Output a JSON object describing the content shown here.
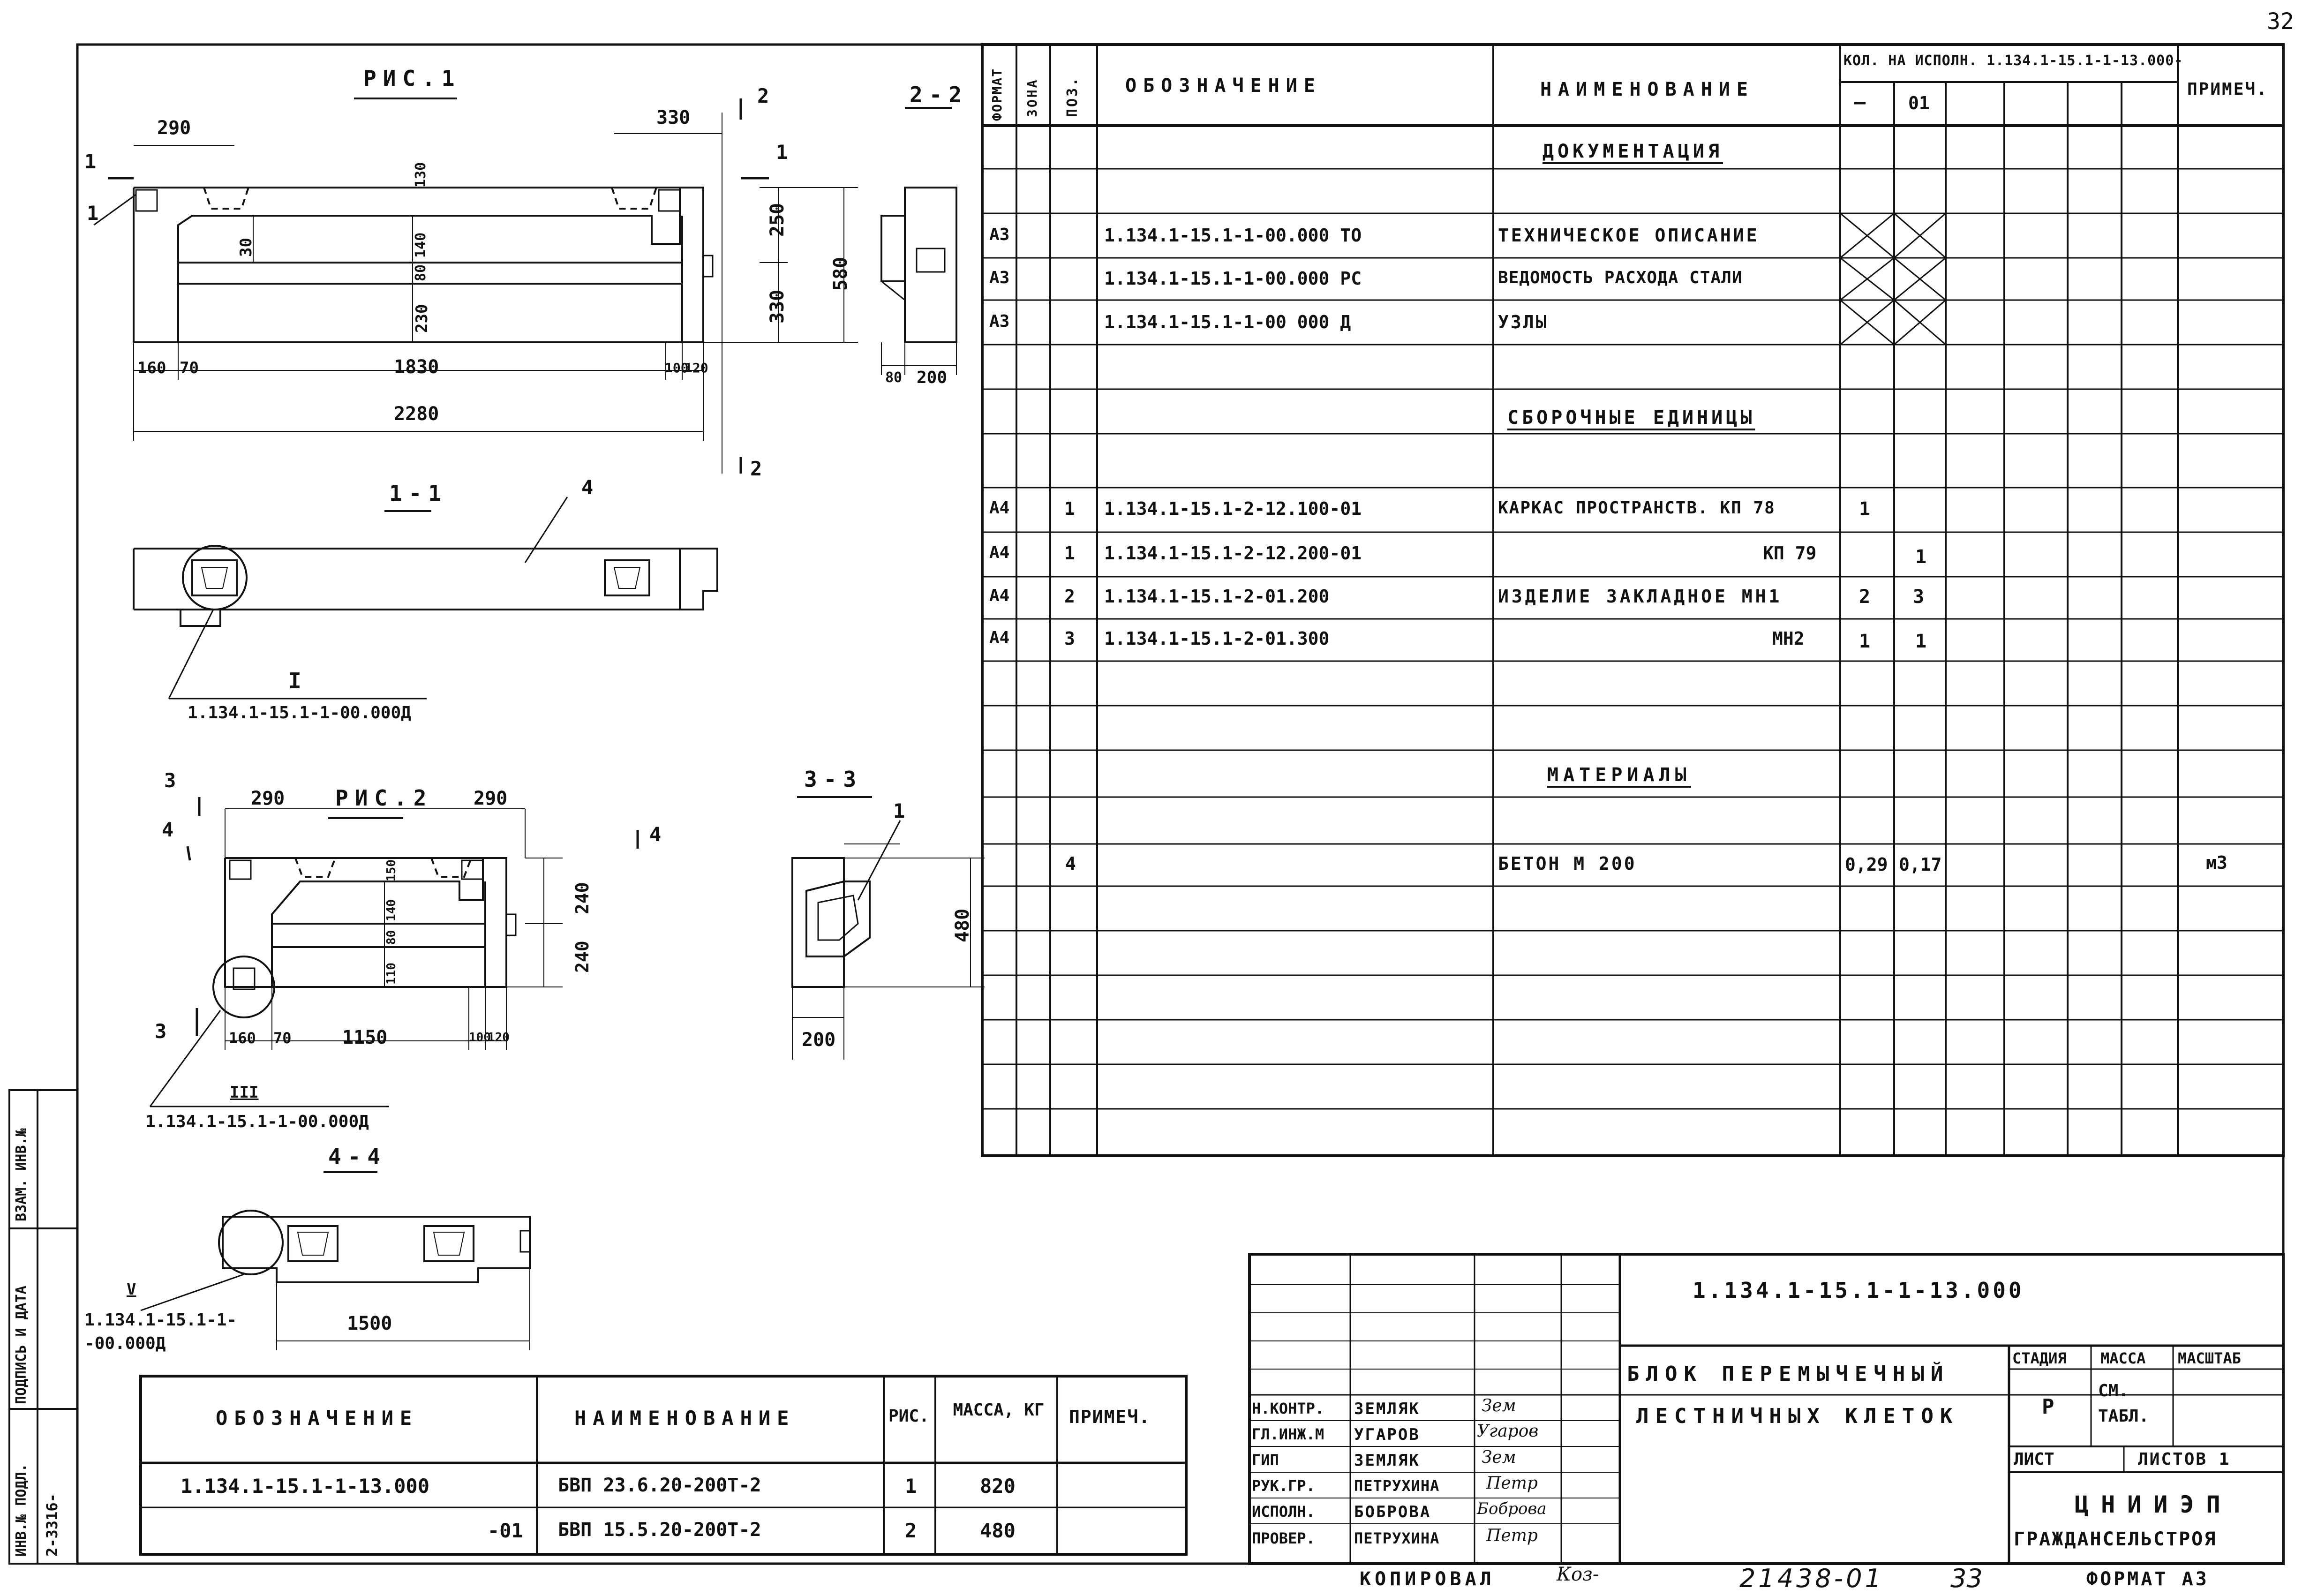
{
  "page_number": "32",
  "figures": {
    "fig1_title": "РИС.1",
    "fig2_title": "РИС.2",
    "sec_1_1": "1-1",
    "sec_2_2": "2-2",
    "sec_3_3": "3-3",
    "sec_4_4": "4-4",
    "fig1_dims": [
      "290",
      "330",
      "130",
      "140",
      "30",
      "80",
      "230",
      "250",
      "330",
      "580",
      "160",
      "70",
      "1830",
      "100",
      "120",
      "2280"
    ],
    "sec22_dims": [
      "80",
      "200"
    ],
    "fig2_dims": [
      "290",
      "290",
      "150",
      "140",
      "80",
      "110",
      "240",
      "240",
      "160",
      "70",
      "1150",
      "100",
      "120"
    ],
    "sec33_dims": [
      "480",
      "200"
    ],
    "sec44_dims": [
      "1500"
    ],
    "markers": [
      "1",
      "1",
      "1",
      "2",
      "2",
      "4",
      "3",
      "3",
      "4",
      "4",
      "1"
    ],
    "callout_I_mark": "I",
    "callout_I_ref": "1.134.1-15.1-1-00.000Д",
    "callout_III_mark": "III",
    "callout_III_ref": "1.134.1-15.1-1-00.000Д",
    "callout_V_mark": "V",
    "callout_V_ref_line1": "1.134.1-15.1-1-",
    "callout_V_ref_line2": "-00.000Д"
  },
  "spec": {
    "headers": {
      "format": "ФОРМАТ",
      "zone": "ЗОНА",
      "pos": "ПОЗ.",
      "designation": "ОБОЗНАЧЕНИЕ",
      "name": "НАИМЕНОВАНИЕ",
      "qty": "КОЛ. НА ИСПОЛН. 1.134.1-15.1-1-13.000-",
      "qty_col1": "—",
      "qty_col2": "01",
      "note": "ПРИМЕЧ."
    },
    "sections": {
      "docs": "ДОКУМЕНТАЦИЯ",
      "assemblies": "СБОРОЧНЫЕ ЕДИНИЦЫ",
      "materials": "МАТЕРИАЛЫ"
    },
    "rows": [
      {
        "format": "А3",
        "pos": "",
        "designation": "1.134.1-15.1-1-00.000 ТО",
        "name": "ТЕХНИЧЕСКОЕ ОПИСАНИЕ",
        "q1": "",
        "q2": "",
        "note": ""
      },
      {
        "format": "А3",
        "pos": "",
        "designation": "1.134.1-15.1-1-00.000 РС",
        "name": "ВЕДОМОСТЬ РАСХОДА СТАЛИ",
        "q1": "",
        "q2": "",
        "note": ""
      },
      {
        "format": "А3",
        "pos": "",
        "designation": "1.134.1-15.1-1-00 000 Д",
        "name": "УЗЛЫ",
        "q1": "",
        "q2": "",
        "note": ""
      },
      {
        "format": "А4",
        "pos": "1",
        "designation": "1.134.1-15.1-2-12.100-01",
        "name": "КАРКАС ПРОСТРАНСТВ.   КП 78",
        "q1": "1",
        "q2": "",
        "note": ""
      },
      {
        "format": "А4",
        "pos": "1",
        "designation": "1.134.1-15.1-2-12.200-01",
        "name": "КП 79",
        "q1": "",
        "q2": "1",
        "note": ""
      },
      {
        "format": "А4",
        "pos": "2",
        "designation": "1.134.1-15.1-2-01.200",
        "name": "ИЗДЕЛИЕ ЗАКЛАДНОЕ МН1",
        "q1": "2",
        "q2": "3",
        "note": ""
      },
      {
        "format": "А4",
        "pos": "3",
        "designation": "1.134.1-15.1-2-01.300",
        "name": "МН2",
        "q1": "1",
        "q2": "1",
        "note": ""
      },
      {
        "format": "",
        "pos": "4",
        "designation": "",
        "name": "БЕТОН        М 200",
        "q1": "0,29",
        "q2": "0,17",
        "note": "м3"
      }
    ]
  },
  "variants": {
    "headers": {
      "designation": "ОБОЗНАЧЕНИЕ",
      "name": "НАИМЕНОВАНИЕ",
      "fig": "РИС.",
      "mass": "МАССА, КГ",
      "note": "ПРИМЕЧ."
    },
    "rows": [
      {
        "designation": "1.134.1-15.1-1-13.000",
        "name": "БВП 23.6.20-200Т-2",
        "fig": "1",
        "mass": "820"
      },
      {
        "designation": "-01",
        "name": "БВП 15.5.20-200Т-2",
        "fig": "2",
        "mass": "480"
      }
    ]
  },
  "stamp": {
    "code": "1.134.1-15.1-1-13.000",
    "title_line1": "БЛОК ПЕРЕМЫЧЕЧНЫЙ",
    "title_line2": "ЛЕСТНИЧНЫХ КЛЕТОК",
    "stage_label": "СТАДИЯ",
    "mass_label": "МАССА",
    "scale_label": "МАСШТАБ",
    "stage_value": "Р",
    "mass_value": "СМ. ТАБЛ.",
    "sheet_label": "ЛИСТ",
    "sheets_label": "ЛИСТОВ 1",
    "org_line1": "ЦНИИЭП",
    "org_line2": "ГРАЖДАНСЕЛЬСТРОЯ",
    "people": [
      {
        "role": "Н.КОНТР.",
        "name": "ЗЕМЛЯК",
        "sign": "Зем"
      },
      {
        "role": "ГЛ.ИНЖ.М",
        "name": "УГАРОВ",
        "sign": "Угаров"
      },
      {
        "role": "ГИП",
        "name": "ЗЕМЛЯК",
        "sign": "Зем"
      },
      {
        "role": "РУК.ГР.",
        "name": "ПЕТРУХИНА",
        "sign": "Петр"
      },
      {
        "role": "ИСПОЛН.",
        "name": "БОБРОВА",
        "sign": "Боброва"
      },
      {
        "role": "ПРОВЕР.",
        "name": "ПЕТРУХИНА",
        "sign": "Петр"
      }
    ]
  },
  "side_strip": {
    "inv_podl": "ИНВ.№ ПОДЛ.",
    "podpis": "ПОДПИСЬ И ДАТА",
    "vzam": "ВЗАМ. ИНВ.№",
    "inv_value": "2-3316-"
  },
  "footer": {
    "copied": "КОПИРОВАЛ",
    "copied_sign": "Коз-",
    "number": "21438-01",
    "sheet": "33",
    "format": "ФОРМАТ А3"
  }
}
